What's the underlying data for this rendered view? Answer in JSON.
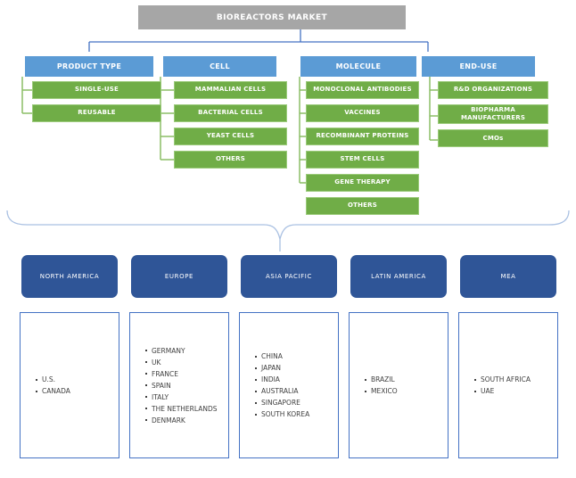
{
  "root": {
    "title": "BIOREACTORS MARKET"
  },
  "segments": [
    {
      "label": "PRODUCT TYPE",
      "children": [
        "SINGLE-USE",
        "REUSABLE"
      ]
    },
    {
      "label": "CELL",
      "children": [
        "MAMMALIAN CELLS",
        "BACTERIAL CELLS",
        "YEAST CELLS",
        "OTHERS"
      ]
    },
    {
      "label": "MOLECULE",
      "children": [
        "MONOCLONAL ANTIBODIES",
        "VACCINES",
        "RECOMBINANT PROTEINS",
        "STEM CELLS",
        "GENE THERAPY",
        "OTHERS"
      ]
    },
    {
      "label": "END-USE",
      "children": [
        "R&D ORGANIZATIONS",
        "BIOPHARMA MANUFACTURERS",
        "CMOs"
      ]
    }
  ],
  "regions": [
    {
      "label": "NORTH AMERICA",
      "countries": [
        "U.S.",
        "CANADA"
      ]
    },
    {
      "label": "EUROPE",
      "countries": [
        "GERMANY",
        "UK",
        "FRANCE",
        "SPAIN",
        "ITALY",
        "THE NETHERLANDS",
        "DENMARK"
      ]
    },
    {
      "label": "ASIA PACIFIC",
      "countries": [
        "CHINA",
        "JAPAN",
        "INDIA",
        "AUSTRALIA",
        "SINGAPORE",
        "SOUTH KOREA"
      ]
    },
    {
      "label": "LATIN AMERICA",
      "countries": [
        "BRAZIL",
        "MEXICO"
      ]
    },
    {
      "label": "MEA",
      "countries": [
        "SOUTH AFRICA",
        "UAE"
      ]
    }
  ],
  "colors": {
    "root_box": "#A6A6A6",
    "segment_header": "#5B9BD5",
    "segment_leaf": "#70AD47",
    "region_header": "#2F5597",
    "list_border": "#4472C4",
    "connector_line": "#4472C4",
    "bracket_line": "#8CBE66",
    "brace_line": "#A9C0E2"
  }
}
